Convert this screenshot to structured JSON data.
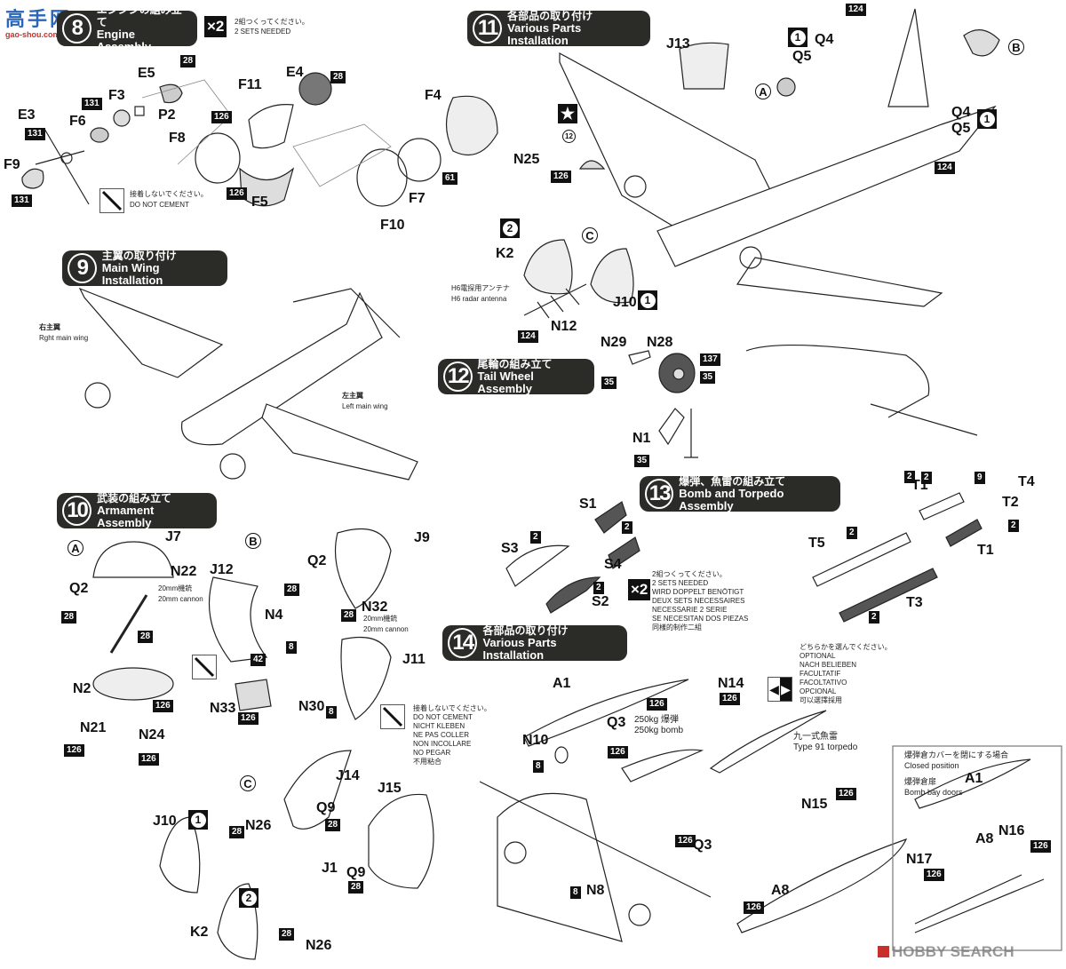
{
  "watermark_top": {
    "chars": "高手网",
    "url_text": "gao-shou.com"
  },
  "watermark_bottom": {
    "brand": "HOBBY SEARCH"
  },
  "steps": {
    "s8": {
      "number": "8",
      "title_jp": "エンジンの組み立て",
      "title_en": "Engine Assembly",
      "multiplier": "×2",
      "note_jp": "2組つくってください。",
      "note_en": "2 SETS NEEDED"
    },
    "s9": {
      "number": "9",
      "title_jp": "主翼の取り付け",
      "title_en": "Main Wing Installation"
    },
    "s10": {
      "number": "10",
      "title_jp": "武装の組み立て",
      "title_en": "Armament Assembly"
    },
    "s11": {
      "number": "11",
      "title_jp": "各部品の取り付け",
      "title_en": "Various Parts Installation"
    },
    "s12": {
      "number": "12",
      "title_jp": "尾輪の組み立て",
      "title_en": "Tail Wheel Assembly"
    },
    "s13": {
      "number": "13",
      "title_jp": "爆弾、魚雷の組み立て",
      "title_en": "Bomb and Torpedo Assembly",
      "multiplier": "×2"
    },
    "s14": {
      "number": "14",
      "title_jp": "各部品の取り付け",
      "title_en": "Various Parts Installation"
    }
  },
  "step8": {
    "parts": [
      "E5",
      "E4",
      "F3",
      "F11",
      "E3",
      "F6",
      "P2",
      "F8",
      "F4",
      "F9",
      "F5",
      "F7",
      "F10"
    ],
    "colors": [
      "28",
      "28",
      "131",
      "126",
      "131",
      "131",
      "126",
      "61",
      "131"
    ],
    "do_not_cement": {
      "jp": "接着しないでください。",
      "en": "DO NOT CEMENT"
    }
  },
  "step9": {
    "right_wing": {
      "jp": "右主翼",
      "en": "Rght main wing"
    },
    "left_wing": {
      "jp": "左主翼",
      "en": "Left main wing"
    }
  },
  "step10": {
    "sub_a": "A",
    "sub_b": "B",
    "sub_c": "C",
    "parts_a": [
      "J7",
      "N22",
      "Q2",
      "N2",
      "N21",
      "N24"
    ],
    "parts_b": [
      "J9",
      "Q2",
      "J12",
      "N32",
      "N4",
      "J11",
      "N33",
      "N30"
    ],
    "parts_c": [
      "J14",
      "J15",
      "J10",
      "N26",
      "Q9",
      "J1",
      "Q9",
      "K2",
      "N26"
    ],
    "cannon_jp": "20mm機銃",
    "cannon_en": "20mm cannon",
    "colors_a": [
      "28",
      "28",
      "126",
      "126",
      "126"
    ],
    "colors_b": [
      "28",
      "28",
      "8",
      "42",
      "126",
      "8"
    ],
    "colors_c": [
      "28",
      "28",
      "28",
      "28"
    ],
    "do_not_cement": [
      "接着しないでください。",
      "DO NOT CEMENT",
      "NICHT KLEBEN",
      "NE PAS COLLER",
      "NON INCOLLARE",
      "NO PEGAR",
      "不用粘合"
    ],
    "marker_1": "1",
    "marker_2": "2"
  },
  "step11": {
    "parts": [
      "J13",
      "Q4",
      "Q5",
      "Q4",
      "Q5",
      "N25",
      "K2",
      "J10",
      "N12"
    ],
    "colors": [
      "124",
      "124",
      "12",
      "126",
      "124"
    ],
    "callout_a": "A",
    "callout_b": "B",
    "callout_c": "C",
    "radar_jp": "H6電探用アンテナ",
    "radar_en": "H6 radar antenna",
    "marker_1": "1",
    "marker_2": "2",
    "star": "★"
  },
  "step12": {
    "parts": [
      "N29",
      "N28",
      "N1"
    ],
    "colors": [
      "137",
      "35",
      "35",
      "35"
    ]
  },
  "step13": {
    "parts": [
      "S1",
      "S3",
      "S4",
      "S2",
      "T1",
      "T4",
      "T2",
      "T1",
      "T5",
      "T3"
    ],
    "colors": [
      "2",
      "2",
      "2",
      "2",
      "9",
      "2",
      "2",
      "2",
      "2"
    ],
    "sets_note": [
      "2組つくってください。",
      "2 SETS NEEDED",
      "WIRD DOPPELT BENÖTIGT",
      "DEUX SETS NECESSAIRES",
      "NECESSARIE 2 SERIE",
      "SE NECESITAN DOS PIEZAS",
      "同樣的制作二組"
    ]
  },
  "step14": {
    "parts": [
      "A1",
      "N14",
      "Q3",
      "N10",
      "N15",
      "Q3",
      "A8",
      "N8"
    ],
    "colors": [
      "126",
      "126",
      "126",
      "8",
      "126",
      "126",
      "126",
      "8"
    ],
    "bomb_jp": "250kg 爆弾",
    "bomb_en": "250kg bomb",
    "torpedo_jp": "九一式魚雷",
    "torpedo_en": "Type 91 torpedo",
    "optional": [
      "どちらかを選んでください。",
      "OPTIONAL",
      "NACH BELIEBEN",
      "FACULTATIF",
      "FACOLTATIVO",
      "OPCIONAL",
      "可以選擇採用"
    ],
    "inset": {
      "title_jp": "爆弾倉カバーを閉にする場合",
      "title_en": "Closed position",
      "doors_jp": "爆弾倉扉",
      "doors_en": "Bomb bay doors",
      "parts": [
        "A1",
        "A8",
        "N16",
        "N17"
      ],
      "colors": [
        "126",
        "126"
      ]
    }
  }
}
